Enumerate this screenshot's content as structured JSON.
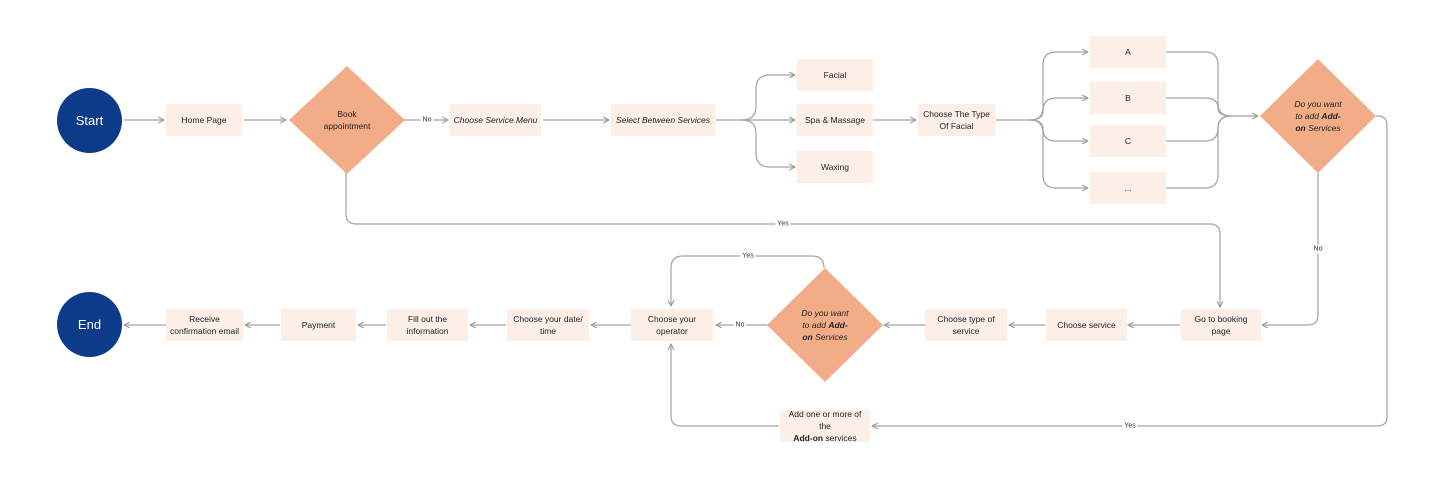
{
  "colors": {
    "terminal": "#0c3b8a",
    "process_fill": "#fbefe8",
    "decision_fill": "#f2ad88",
    "connector": "#9a9a9a"
  },
  "terminals": {
    "start": "Start",
    "end": "End"
  },
  "nodes": {
    "home_page": "Home Page",
    "choose_service_menu": "Choose Service Menu",
    "select_between_services": "Select Between Services",
    "facial": "Facial",
    "spa_massage": "Spa & Massage",
    "waxing": "Waxing",
    "choose_type_of_facial": {
      "line1": "Choose The Type",
      "line2": "Of Facial"
    },
    "option_a": "A",
    "option_b": "B",
    "option_c": "C",
    "option_more": "...",
    "go_to_booking_page": "Go to booking page",
    "choose_service": "Choose service",
    "choose_type_of_service": {
      "line1": "Choose type of",
      "line2": "service"
    },
    "choose_your_operator": {
      "line1": "Choose your",
      "line2": "operator"
    },
    "choose_date_time": {
      "line1": "Choose your date/",
      "line2": "time"
    },
    "fill_out_information": {
      "line1": "Fill out the",
      "line2": "information"
    },
    "payment": "Payment",
    "receive_confirmation": {
      "line1": "Receive",
      "line2": "confirmation email"
    },
    "add_one_or_more": {
      "line1": "Add one or more of the",
      "line2_bold": "Add-on",
      "line2_rest": " services"
    }
  },
  "decisions": {
    "book_appointment": {
      "line1": "Book",
      "line2": "appointment"
    },
    "add_on_top": {
      "line1": "Do you  want",
      "line2_a": "to add ",
      "line2_bold": "Add-",
      "line3_bold": "on",
      "line3_rest": " Services"
    },
    "add_on_bottom": {
      "line1": "Do you  want",
      "line2_a": "to add ",
      "line2_bold": "Add-",
      "line3_bold": "on",
      "line3_rest": " Services"
    }
  },
  "edge_labels": {
    "book_no": "No",
    "book_yes": "Yes",
    "addon_top_no": "No",
    "addon_top_yes": "Yes",
    "addon_bottom_no": "No",
    "addon_bottom_yes": "Yes"
  }
}
